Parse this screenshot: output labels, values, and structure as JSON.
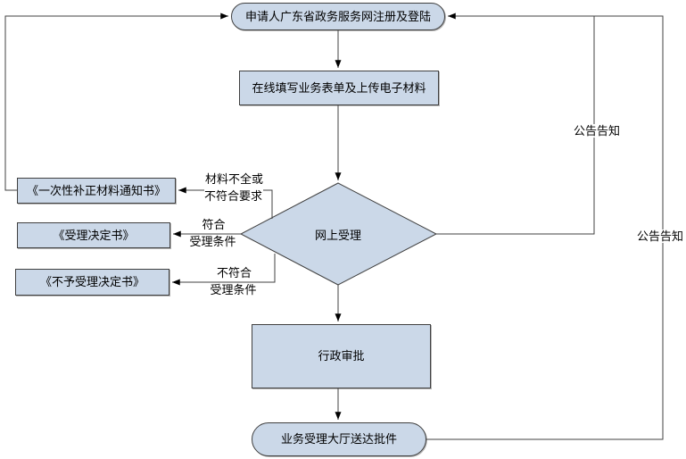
{
  "colors": {
    "node_fill": "#cbd8e8",
    "node_border": "#404040",
    "line": "#404040",
    "arrow": "#000000",
    "text": "#000000",
    "background": "#ffffff"
  },
  "nodes": {
    "register": "申请人广东省政务服务网注册及登陆",
    "fill_form": "在线填写业务表单及上传电子材料",
    "online_review": "网上受理",
    "correction_notice": "《一次性补正材料通知书》",
    "acceptance_decision": "《受理决定书》",
    "rejection_decision": "《不予受理决定书》",
    "admin_approval": "行政审批",
    "hall_delivery": "业务受理大厅送达批件"
  },
  "edge_labels": {
    "materials_incomplete": "材料不全或\n不符合要求",
    "meets_conditions": "符合\n受理条件",
    "not_meets_conditions": "不符合\n受理条件",
    "public_notice_1": "公告告知",
    "public_notice_2": "公告告知"
  }
}
